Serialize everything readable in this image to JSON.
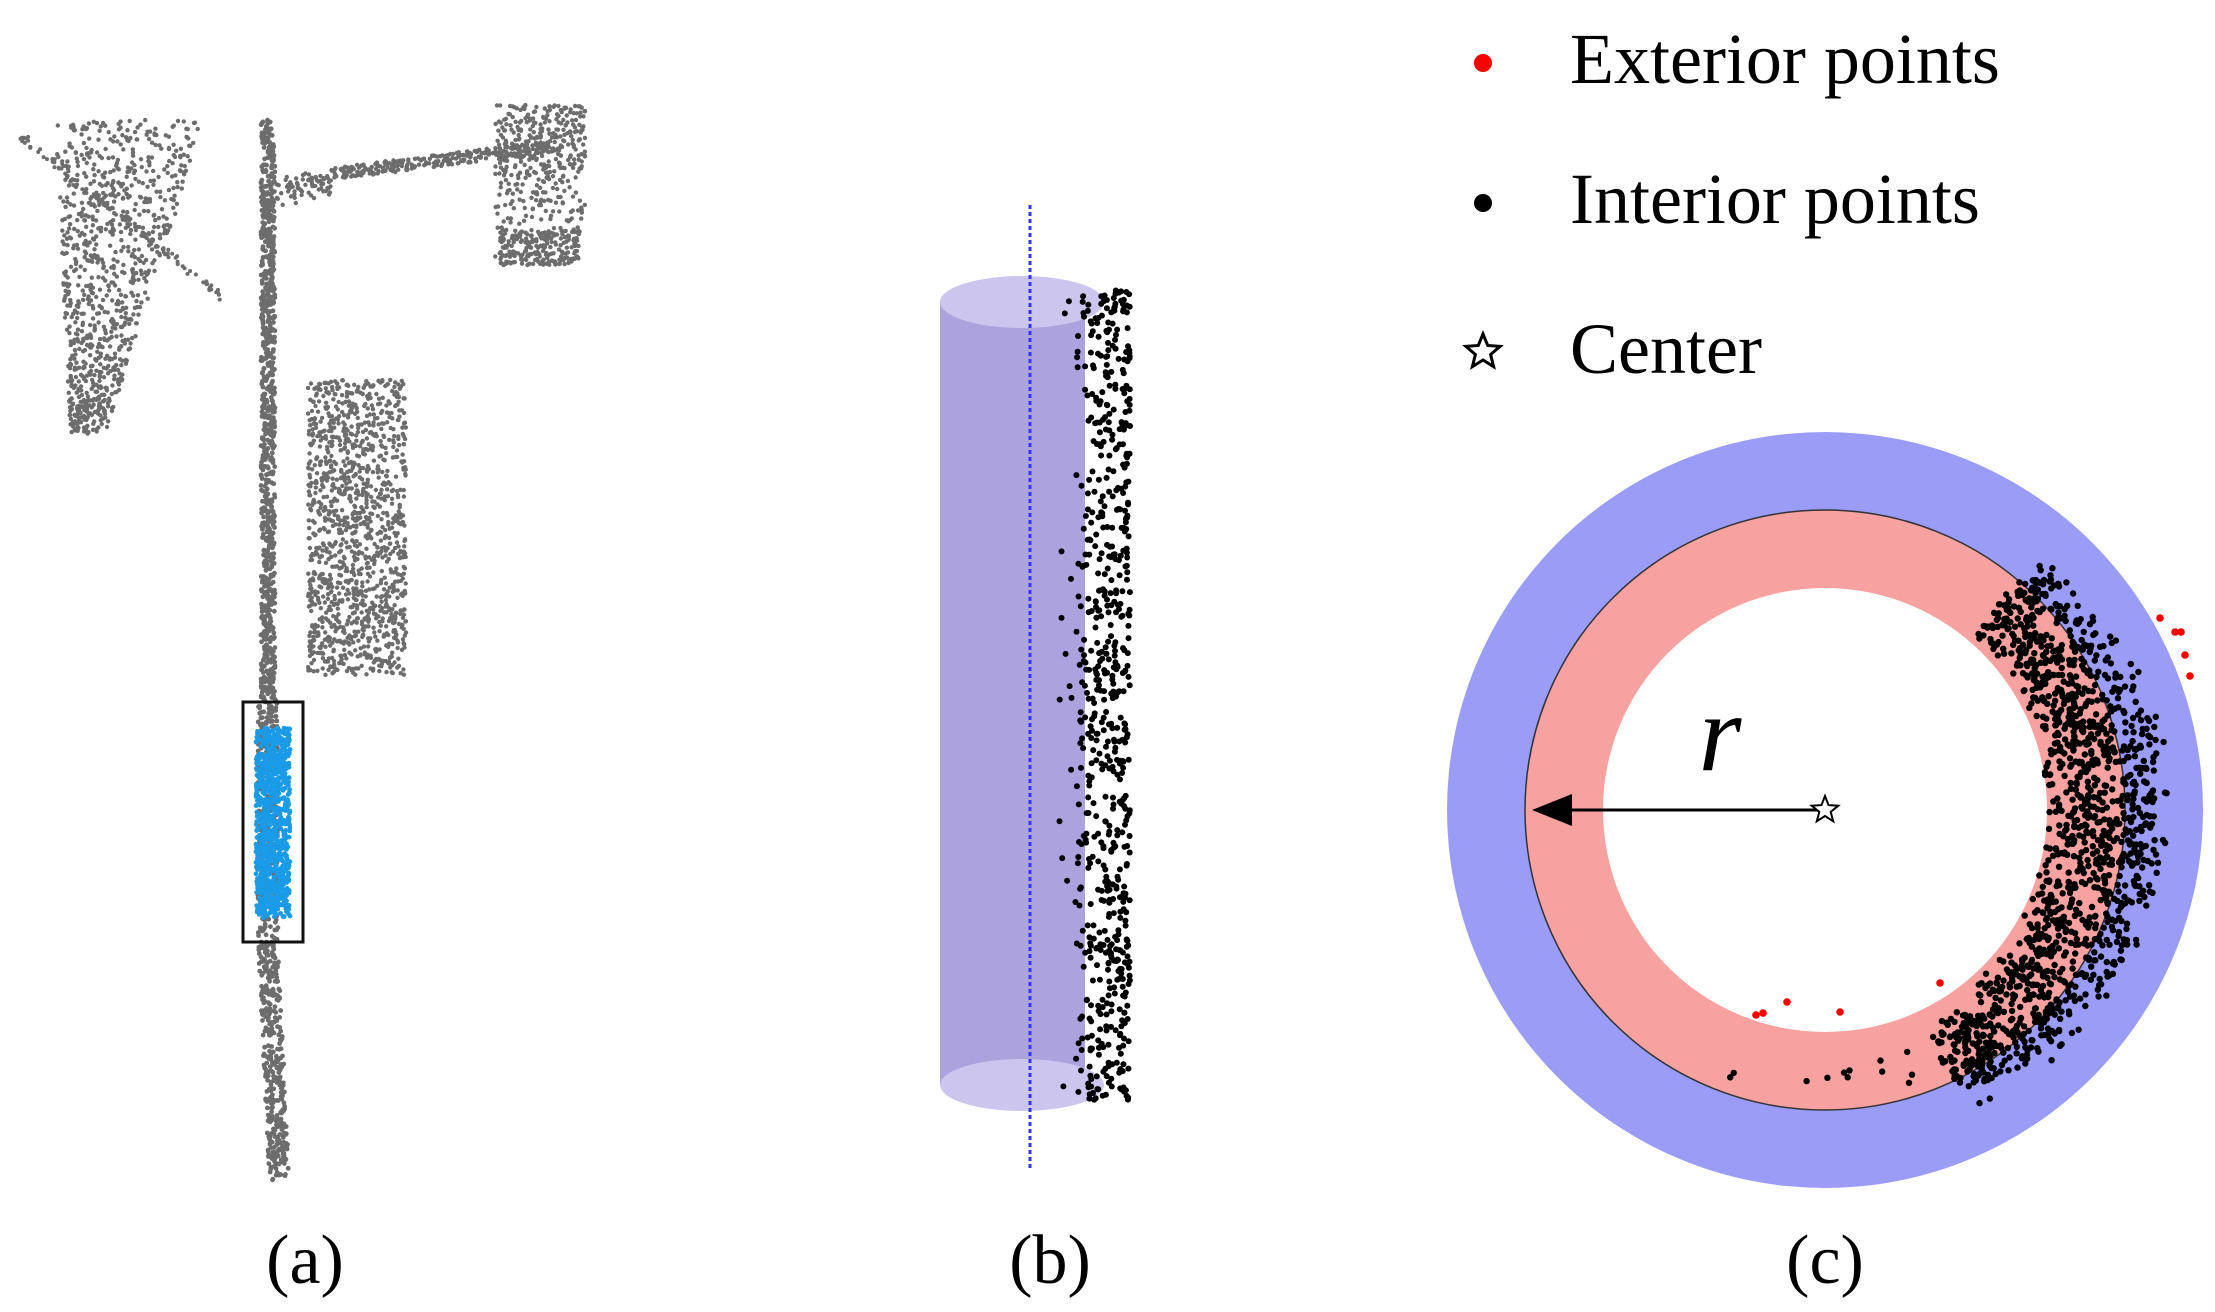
{
  "legend": {
    "exterior": "Exterior points",
    "interior": "Interior points",
    "center": "Center",
    "exterior_color": "#ff0000",
    "interior_color": "#000000"
  },
  "panels": {
    "a_label": "(a)",
    "b_label": "(b)",
    "c_label": "(c)"
  },
  "radius_label": "r",
  "colors": {
    "pole_points": "#6d6d6d",
    "selected_segment": "#1a9be8",
    "cylinder_fill": "#9b8fd8",
    "axis_line": "#3333ff",
    "outer_ring": "#9b9cf8",
    "inner_ring": "#f7a1a1"
  },
  "icons": {
    "center_marker": "star-outline-icon",
    "exterior_marker": "red-dot-icon",
    "interior_marker": "black-dot-icon"
  }
}
